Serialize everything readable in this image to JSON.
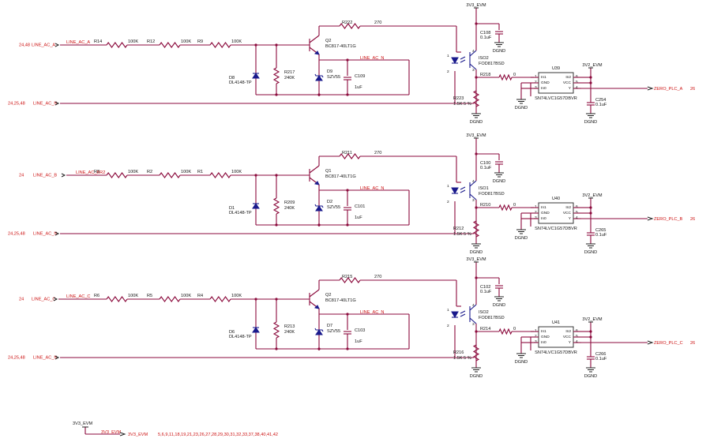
{
  "power_rail": "3V3_EVM",
  "power_rail_alt": "3V3_EVM",
  "power_rail_dash": "3V2_EVM",
  "ground": "DGND",
  "footer": {
    "rail": "3V3_EVM",
    "net": "3V3_EVM",
    "refs": "5,6,9,11,18,19,21,23,26,27,28,29,30,31,32,33,37,38,40,41,42"
  },
  "channels": [
    {
      "in_refs": "24,48",
      "in_net": "LINE_AC_A",
      "r_series": [
        {
          "ref": "R14",
          "val": "100K"
        },
        {
          "ref": "R12",
          "val": "100K"
        },
        {
          "ref": "R9",
          "val": "100K"
        }
      ],
      "n_refs": "24,25,48",
      "n_net": "LINE_AC_N",
      "r_top": {
        "ref": "R222",
        "val": "270"
      },
      "q": {
        "ref": "Q2",
        "part": "BC817-40LT1G"
      },
      "diode": {
        "ref": "D8",
        "part": "DL4148-TP"
      },
      "r_shunt": {
        "ref": "R217",
        "val": "240K"
      },
      "zener": {
        "ref": "D9",
        "part": "SZV55"
      },
      "cap": {
        "ref": "C109",
        "val": "1uF"
      },
      "n_local": "LINE_AC_N",
      "c_vcc": {
        "ref": "C108",
        "val": "0.1uF"
      },
      "iso": {
        "ref": "ISO2",
        "part": "FOD817BSD"
      },
      "r_out": {
        "ref": "R218",
        "val": "0"
      },
      "r_pull": {
        "ref": "R223",
        "val": "1.5K 5 %"
      },
      "u": {
        "ref": "U39",
        "part": "SN74LVC1G57DBVR"
      },
      "c_out": {
        "ref": "C254",
        "val": "0.1uF"
      },
      "out_net": "ZERO_PLC_A",
      "out_ref": "26",
      "pins": [
        "In1",
        "GND",
        "In0",
        "In2",
        "VCC",
        "Y"
      ]
    },
    {
      "in_refs": "24",
      "in_net": "LINE_AC_BR2",
      "in_label": "LINE_AC_B",
      "r_series": [
        {
          "ref": "R3",
          "val": "100K"
        },
        {
          "ref": "R2",
          "val": "100K"
        },
        {
          "ref": "R1",
          "val": "100K"
        }
      ],
      "n_refs": "24,25,48",
      "n_net": "LINE_AC_N",
      "r_top": {
        "ref": "R211",
        "val": "270"
      },
      "q": {
        "ref": "Q1",
        "part": "BC817-40LT1G"
      },
      "diode": {
        "ref": "D1",
        "part": "DL4148-TP"
      },
      "r_shunt": {
        "ref": "R209",
        "val": "240K"
      },
      "zener": {
        "ref": "D2",
        "part": "SZV55"
      },
      "cap": {
        "ref": "C101",
        "val": "1uF"
      },
      "n_local": "LINE_AC_N",
      "c_vcc": {
        "ref": "C100",
        "val": "0.1uF"
      },
      "iso": {
        "ref": "ISO1",
        "part": "FOD817BSD"
      },
      "r_out": {
        "ref": "R210",
        "val": "0"
      },
      "r_pull": {
        "ref": "R212",
        "val": "1.5K 5 %"
      },
      "u": {
        "ref": "U40",
        "part": "SN74LVC1G57DBVR"
      },
      "c_out": {
        "ref": "C265",
        "val": "0.1uF"
      },
      "out_net": "ZERO_PLC_B",
      "out_ref": "26",
      "pins": [
        "In1",
        "GND",
        "In0",
        "In2",
        "VCC",
        "Y"
      ]
    },
    {
      "in_refs": "24",
      "in_net": "LINE_AC_C",
      "r_series": [
        {
          "ref": "R6",
          "val": "100K"
        },
        {
          "ref": "R5",
          "val": "100K"
        },
        {
          "ref": "R4",
          "val": "100K"
        }
      ],
      "n_refs": "24,25,48",
      "n_net": "LINE_AC_N",
      "r_top": {
        "ref": "R215",
        "val": "270"
      },
      "q": {
        "ref": "Q2",
        "part": "BC817-40LT1G"
      },
      "diode": {
        "ref": "D6",
        "part": "DL4148-TP"
      },
      "r_shunt": {
        "ref": "R213",
        "val": "240K"
      },
      "zener": {
        "ref": "D7",
        "part": "SZV55"
      },
      "cap": {
        "ref": "C103",
        "val": "1uF"
      },
      "n_local": "LINE_AC_N",
      "c_vcc": {
        "ref": "C102",
        "val": "0.1uF"
      },
      "iso": {
        "ref": "ISO2",
        "part": "FOD817BSD"
      },
      "r_out": {
        "ref": "R214",
        "val": "0"
      },
      "r_pull": {
        "ref": "R216",
        "val": "1.5K 5 %"
      },
      "u": {
        "ref": "U41",
        "part": "SN74LVC1G57DBVR"
      },
      "c_out": {
        "ref": "C266",
        "val": "0.1uF"
      },
      "out_net": "ZERO_PLC_C",
      "out_ref": "26",
      "pins": [
        "In1",
        "GND",
        "In0",
        "In2",
        "VCC",
        "Y"
      ]
    }
  ]
}
